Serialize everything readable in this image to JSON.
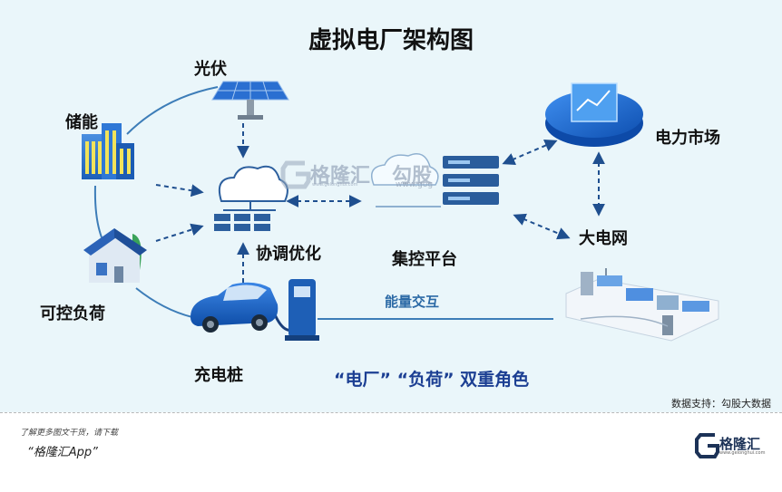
{
  "title": "虚拟电厂架构图",
  "nodes": {
    "pv": "光伏",
    "storage": "储能",
    "coordination": "协调优化",
    "central_platform": "集控平台",
    "power_market": "电力市场",
    "main_grid": "大电网",
    "controllable_load": "可控负荷",
    "charging_pile": "充电桩"
  },
  "energy_exchange": "能量交互",
  "dual_role": "“电厂”  “负荷” 双重角色",
  "source_note": "数据支持：勾股大数据",
  "watermark": {
    "brand": "格隆汇",
    "brand_sub": "www.gelonghui.com",
    "partner": "勾股",
    "partner_url": "www.gog"
  },
  "footer": {
    "hint": "了解更多图文干货，请下载",
    "app_name": "“格隆汇App”",
    "logo_text": "格隆汇",
    "logo_sub": "www.gelonghui.com"
  },
  "colors": {
    "background": "#eaf6fa",
    "arrow": "#1f4f8f",
    "connector": "#3d7db8",
    "title_text": "#111111",
    "dual_role_text": "#1c3f93",
    "energy_text": "#2c6aa6"
  },
  "icons": [
    "solar-panel-icon",
    "building-storage-icon",
    "cloud-network-icon",
    "server-rack-icon",
    "market-disk-icon",
    "house-solar-icon",
    "electric-car-icon",
    "charging-station-icon",
    "grid-facilities-icon"
  ]
}
